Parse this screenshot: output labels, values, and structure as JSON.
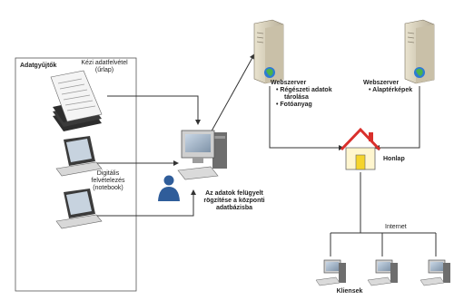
{
  "collectors": {
    "title": "Adatgyűjtők",
    "manual": [
      "Kézi adatfelvétel",
      "(űrlap)"
    ],
    "digital": [
      "Digitális",
      "felvételezés",
      "(notebook)"
    ]
  },
  "central": [
    "Az adatok felügyelt",
    "rögzítése a központi",
    "adatbázisba"
  ],
  "server1": {
    "title": "Webszerver",
    "items": [
      "Régészeti adatok",
      "tárolása",
      "Fotóanyag"
    ]
  },
  "server2": {
    "title": "Webszerver",
    "items": [
      "Alaptérképek"
    ]
  },
  "homepage": "Honlap",
  "internet": "Internet",
  "clients": "Kliensek",
  "bullet": "•"
}
